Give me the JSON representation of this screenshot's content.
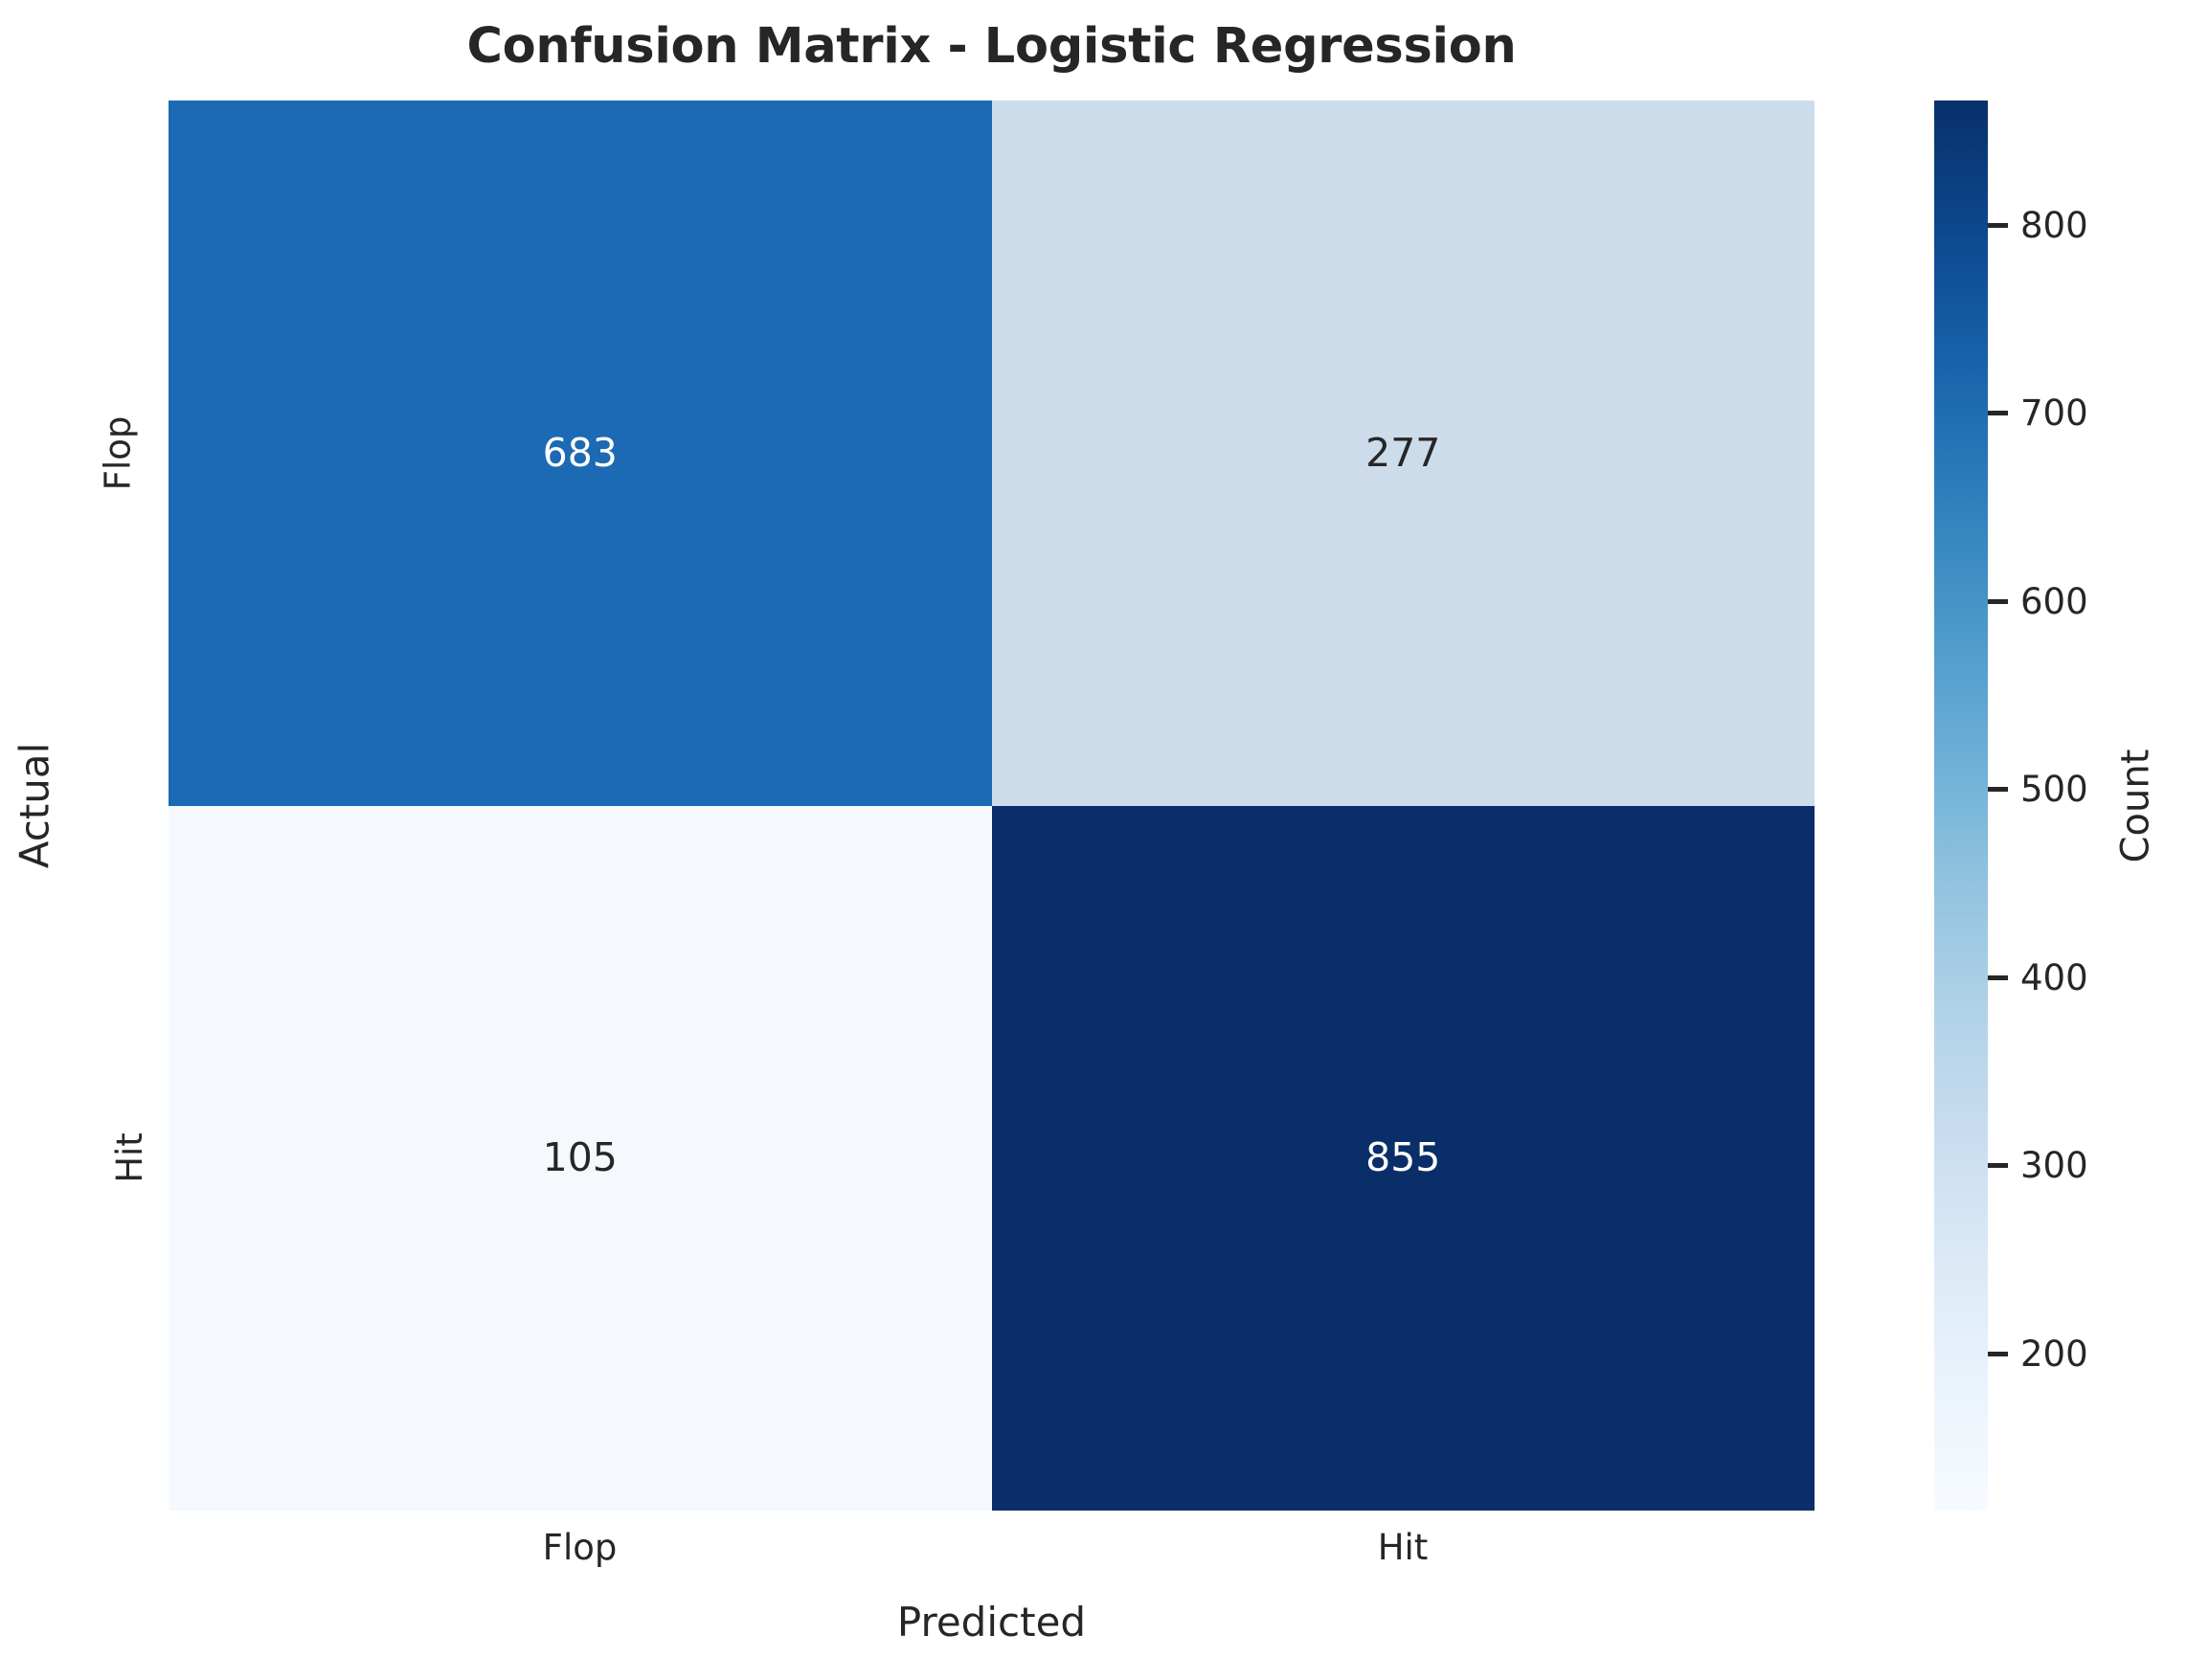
{
  "chart_data": {
    "type": "heatmap",
    "title": "Confusion Matrix - Logistic Regression",
    "xlabel": "Predicted",
    "ylabel": "Actual",
    "categories_x": [
      "Flop",
      "Hit"
    ],
    "categories_y": [
      "Flop",
      "Hit"
    ],
    "matrix": [
      [
        683,
        277
      ],
      [
        105,
        855
      ]
    ],
    "cells": [
      {
        "row": "Flop",
        "col": "Flop",
        "value": "683",
        "fill": "#1b6ab3",
        "text_color": "#ffffff"
      },
      {
        "row": "Flop",
        "col": "Hit",
        "value": "277",
        "fill": "#ccdceb",
        "text_color": "#262626"
      },
      {
        "row": "Hit",
        "col": "Flop",
        "value": "105",
        "fill": "#f5f9fe",
        "text_color": "#262626"
      },
      {
        "row": "Hit",
        "col": "Hit",
        "value": "855",
        "fill": "#092e68",
        "text_color": "#ffffff"
      }
    ],
    "colorbar": {
      "label": "Count",
      "ticks": [
        "200",
        "300",
        "400",
        "500",
        "600",
        "700",
        "800"
      ],
      "tick_values": [
        200,
        300,
        400,
        500,
        600,
        700,
        800
      ],
      "vmin": 105,
      "vmax": 855,
      "colormap": "Blues",
      "position": "right"
    },
    "grid": false,
    "legend": "colorbar-right",
    "annotations": [
      "683",
      "277",
      "105",
      "855"
    ]
  },
  "colors": {
    "text": "#262626",
    "background": "#ffffff",
    "cmap_low": "#f7fbff",
    "cmap_high": "#08306b"
  }
}
